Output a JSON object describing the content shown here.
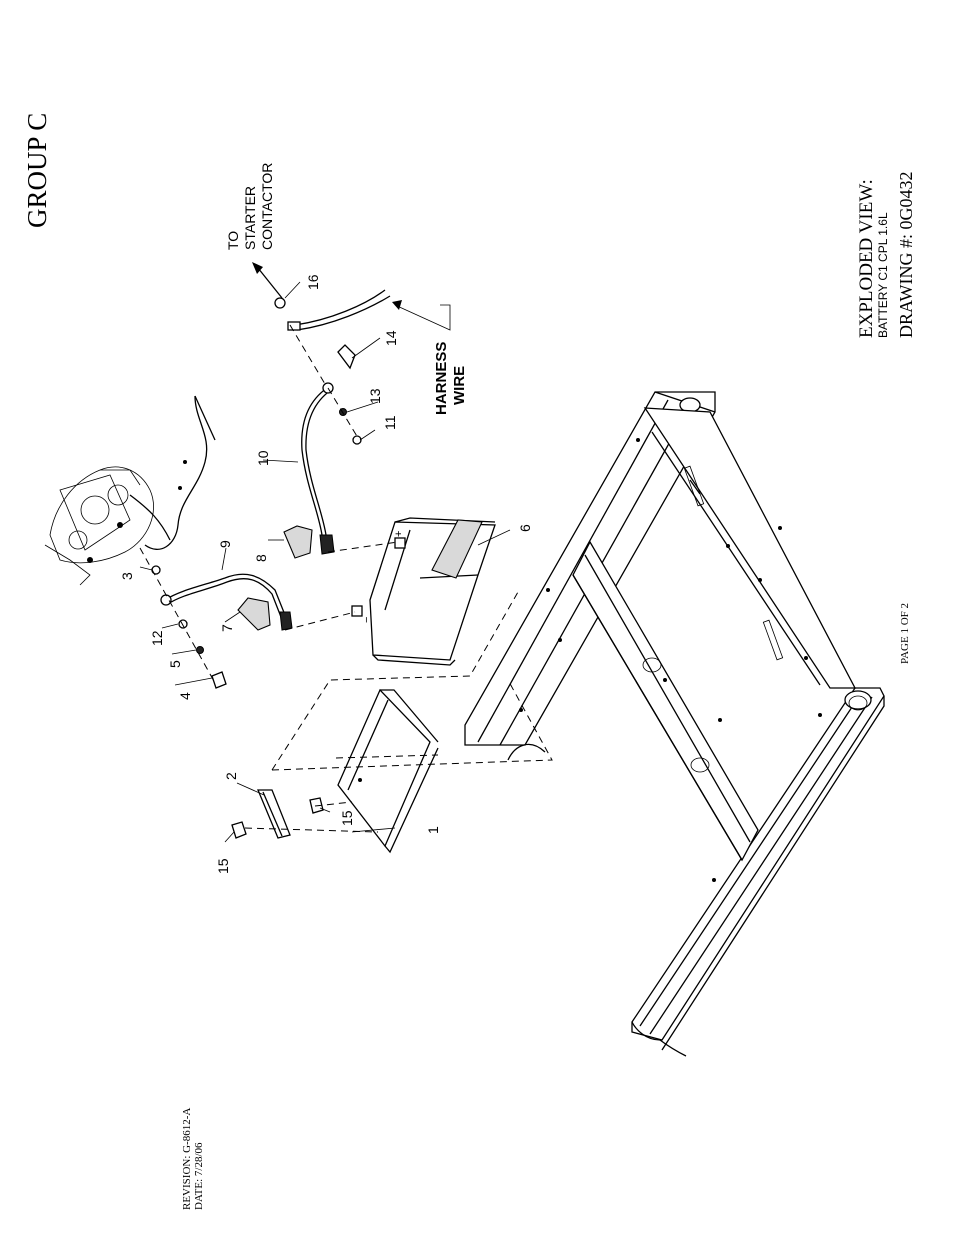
{
  "group_title": "GROUP C",
  "title_block": {
    "line1": "EXPLODED VIEW:",
    "line2": "BATTERY C1 CPL 1.6L",
    "line3": "DRAWING #: 0G0432"
  },
  "page_label": "PAGE 1 OF 2",
  "revision": {
    "revision": "REVISION: G-8612-A",
    "date": "DATE:  7/28/06"
  },
  "callouts": {
    "to_starter_1": "TO",
    "to_starter_2": "STARTER",
    "to_starter_3": "CONTACTOR",
    "harness_1": "HARNESS",
    "harness_2": "WIRE"
  },
  "battery_terminals": {
    "positive": "+",
    "negative": "−"
  },
  "part_numbers": [
    {
      "id": "p1",
      "label": "1"
    },
    {
      "id": "p2",
      "label": "2"
    },
    {
      "id": "p3",
      "label": "3"
    },
    {
      "id": "p4",
      "label": "4"
    },
    {
      "id": "p5",
      "label": "5"
    },
    {
      "id": "p6",
      "label": "6"
    },
    {
      "id": "p7",
      "label": "7"
    },
    {
      "id": "p8",
      "label": "8"
    },
    {
      "id": "p9",
      "label": "9"
    },
    {
      "id": "p10",
      "label": "10"
    },
    {
      "id": "p11",
      "label": "11"
    },
    {
      "id": "p12",
      "label": "12"
    },
    {
      "id": "p13",
      "label": "13"
    },
    {
      "id": "p14",
      "label": "14"
    },
    {
      "id": "p15a",
      "label": "15"
    },
    {
      "id": "p15b",
      "label": "15"
    },
    {
      "id": "p16",
      "label": "16"
    }
  ]
}
